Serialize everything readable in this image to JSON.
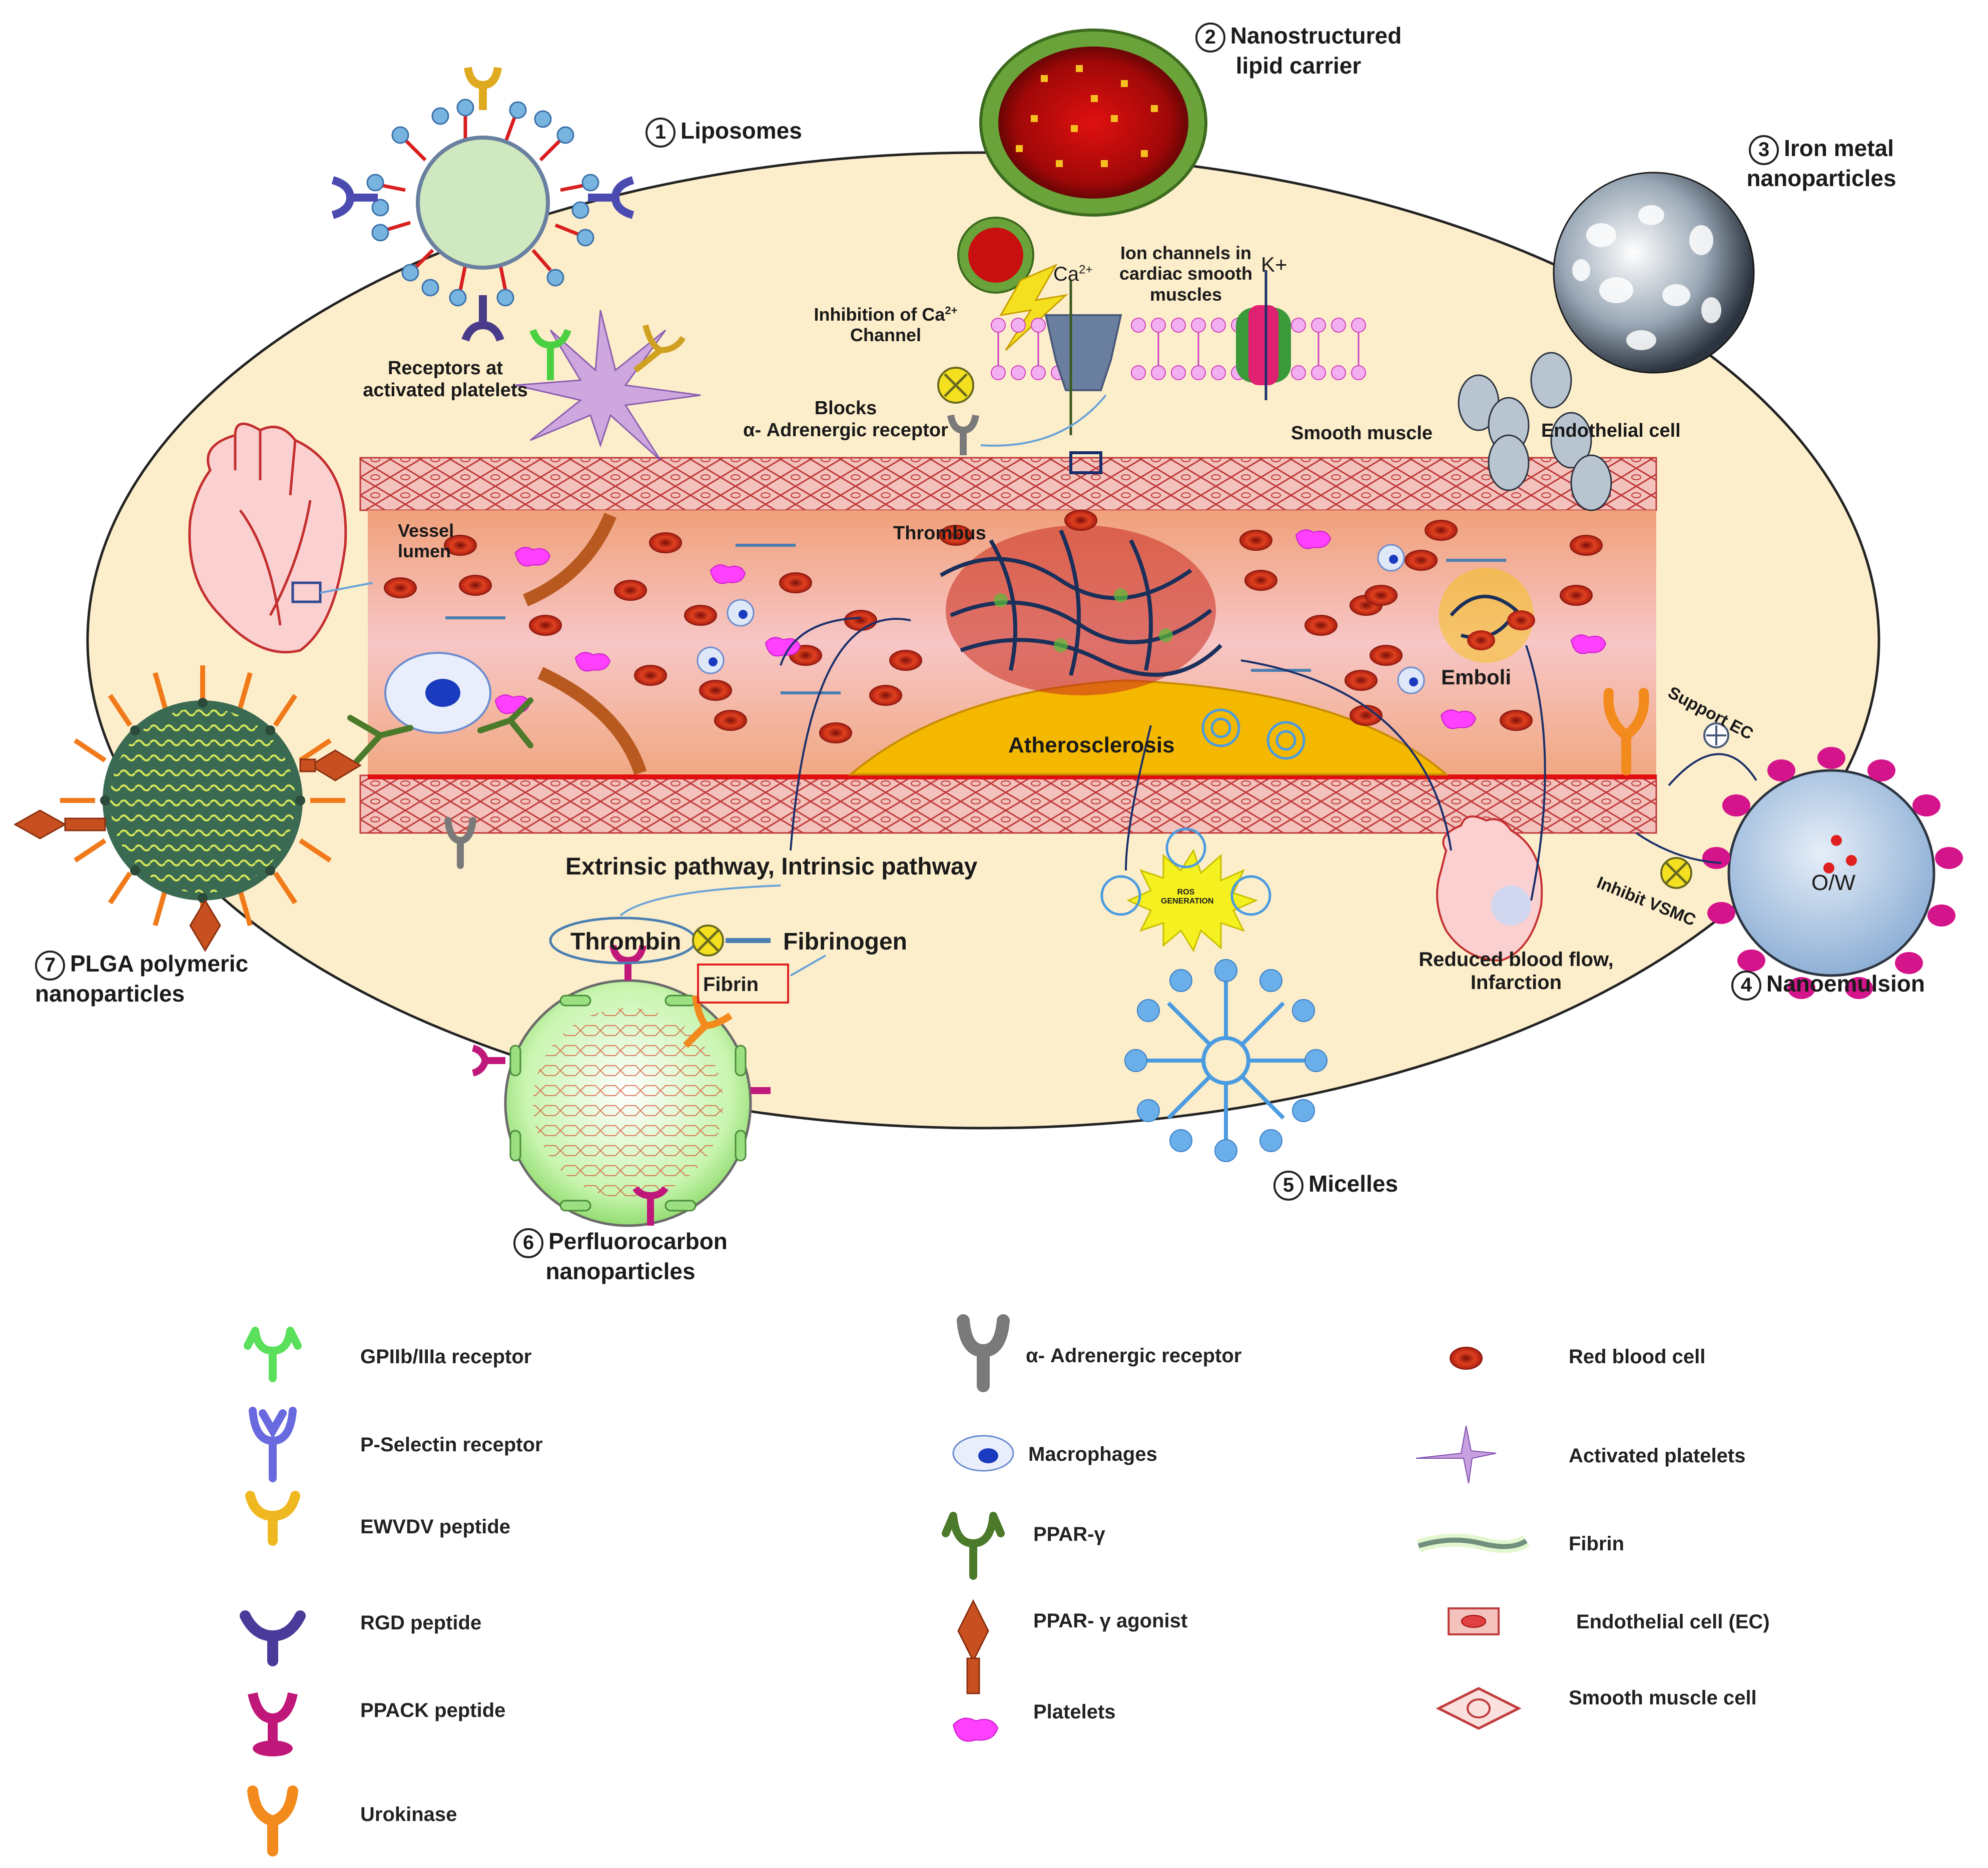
{
  "nanocarriers": [
    {
      "num": "1",
      "name": "Liposomes"
    },
    {
      "num": "2",
      "name": "Nanostructured lipid carrier"
    },
    {
      "num": "3",
      "name": "Iron metal nanoparticles"
    },
    {
      "num": "4",
      "name": "Nanoemulsion"
    },
    {
      "num": "5",
      "name": "Micelles"
    },
    {
      "num": "6",
      "name": "Perfluorocarbon nanoparticles"
    },
    {
      "num": "7",
      "name": "PLGA polymeric nanoparticles"
    }
  ],
  "labels": {
    "receptors_platelets": "Receptors at activated platelets",
    "inhibition_ca": "Inhibition of Ca",
    "inhibition_ca_sup": "2+",
    "inhibition_ca_2": "Channel",
    "ca_ion": "Ca",
    "ca_sup": "2+",
    "k_ion": "K+",
    "ion_channels": "Ion channels in cardiac smooth muscles",
    "blocks": "Blocks",
    "alpha_receptor": "α- Adrenergic receptor",
    "smooth_muscle": "Smooth muscle",
    "endothelial_cell": "Endothelial cell",
    "vessel_lumen": "Vessel lumen",
    "thrombus": "Thrombus",
    "emboli": "Emboli",
    "atherosclerosis": "Atherosclerosis",
    "support_ec": "Support EC",
    "inhibit_vsmc": "Inhibit VSMC",
    "ow": "O/W",
    "pathway": "Extrinsic pathway, Intrinsic pathway",
    "thrombin": "Thrombin",
    "fibrinogen": "Fibrinogen",
    "fibrin": "Fibrin",
    "ros": "ROS GENERATION",
    "reduced_flow": "Reduced blood flow, Infarction"
  },
  "legend": {
    "col1": [
      "GPIIb/IIIa receptor",
      "P-Selectin receptor",
      "EWVDV peptide",
      "RGD peptide",
      "PPACK peptide",
      "Urokinase"
    ],
    "col2": [
      "α- Adrenergic receptor",
      "Macrophages",
      "PPAR-γ",
      "PPAR- γ agonist",
      "Platelets"
    ],
    "col3": [
      "Red blood  cell",
      "Activated platelets",
      "Fibrin",
      "Endothelial cell (EC)",
      "Smooth muscle cell"
    ]
  },
  "colors": {
    "ellipse_fill": "#fdeecb",
    "vessel_wall": "#d84a4a",
    "lumen": "#f2b59a",
    "plaque": "#f5b800",
    "rbc": "#c8291e",
    "platelet": "#ff40ff",
    "micelle": "#4a9be0",
    "nanoemulsion_dot": "#d4148a",
    "plga_spike": "#f07a1a"
  }
}
